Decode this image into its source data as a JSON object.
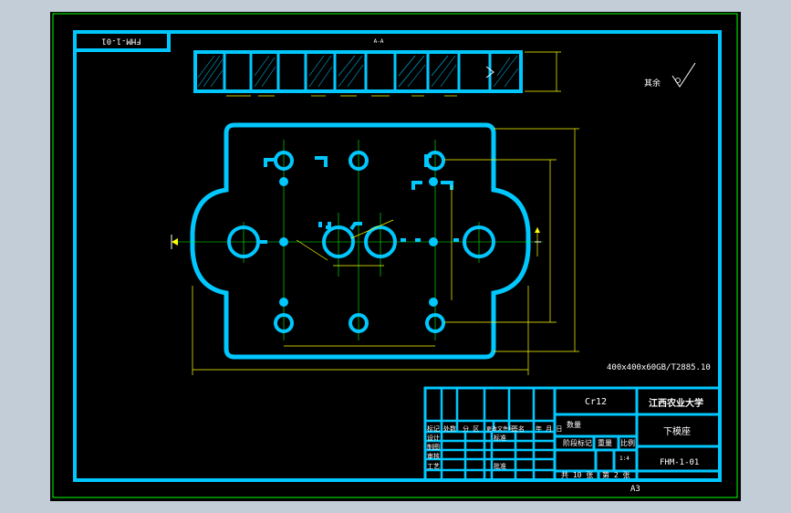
{
  "drawing": {
    "code_upside_down": "FHM-1-01",
    "section_label": "A-A",
    "roughness_label": "其余",
    "blank_spec": "400x400x60GB/T2885.10",
    "sheet_size": "A3",
    "accent_color": "#00c8ff",
    "dimension_color": "#ffff00",
    "centerline_color": "#00ff00"
  },
  "title_block": {
    "material": "Cr12",
    "school": "江西农业大学",
    "part_name": "下模座",
    "drawing_no": "FHM-1-01",
    "quantity_label": "数量",
    "stage_mark_label": "阶段标记",
    "weight_label": "重量",
    "scale_label": "比例",
    "scale_value": "1:4",
    "revision_header": [
      "标记",
      "处数",
      "分 区",
      "更改文件号",
      "签名",
      "年 月 日"
    ],
    "design_label": "设计",
    "standardize_label": "标准",
    "drafting_label": "制图",
    "check_label": "审核",
    "process_label": "工艺",
    "approve_label": "批准",
    "sheets_total": "共 10 张",
    "sheet_no": "第 2 张"
  }
}
